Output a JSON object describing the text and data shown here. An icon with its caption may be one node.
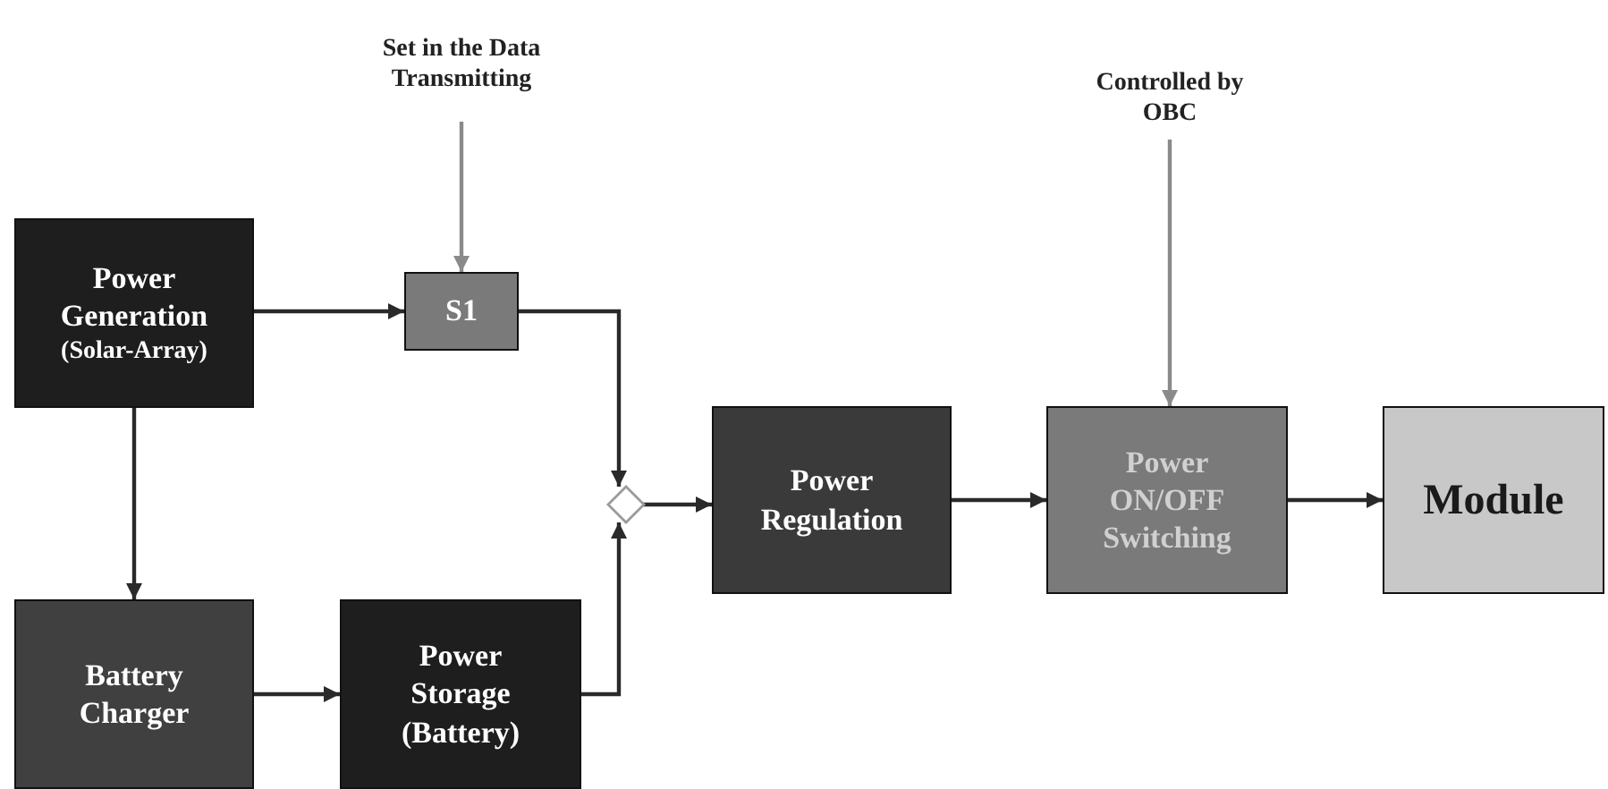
{
  "diagram": {
    "nodes": [
      {
        "text": [
          "Set in the Data Transmitting"
        ]
      },
      {
        "text": [
          "Controlled by OBC"
        ]
      },
      {
        "text": [
          "Power Generation",
          "(Solar-Array)"
        ]
      },
      {
        "text": [
          "S1"
        ]
      },
      {
        "text": [
          "Power Regulation"
        ]
      },
      {
        "text": [
          "Power ON/OFF Switching"
        ]
      },
      {
        "text": [
          "Module"
        ]
      },
      {
        "text": [
          "Battery Charger"
        ]
      },
      {
        "text": [
          "Power Storage (Battery)"
        ]
      },
      {
        "text": [],
        "shape": "diamond"
      }
    ],
    "edges": [
      {
        "from": 0,
        "to": 3,
        "arrow": "to",
        "color": "#8a8a8a"
      },
      {
        "from": 2,
        "to": 3,
        "arrow": "to"
      },
      {
        "from": 3,
        "to": 9,
        "arrow": "to"
      },
      {
        "from": 2,
        "to": 7,
        "arrow": "to"
      },
      {
        "from": 7,
        "to": 8,
        "arrow": "to"
      },
      {
        "from": 8,
        "to": 9,
        "arrow": "to"
      },
      {
        "from": 9,
        "to": 4,
        "arrow": "to"
      },
      {
        "from": 4,
        "to": 5,
        "arrow": "to"
      },
      {
        "from": 1,
        "to": 5,
        "arrow": "to",
        "color": "#8a8a8a"
      },
      {
        "from": 5,
        "to": 6,
        "arrow": "to"
      }
    ]
  }
}
